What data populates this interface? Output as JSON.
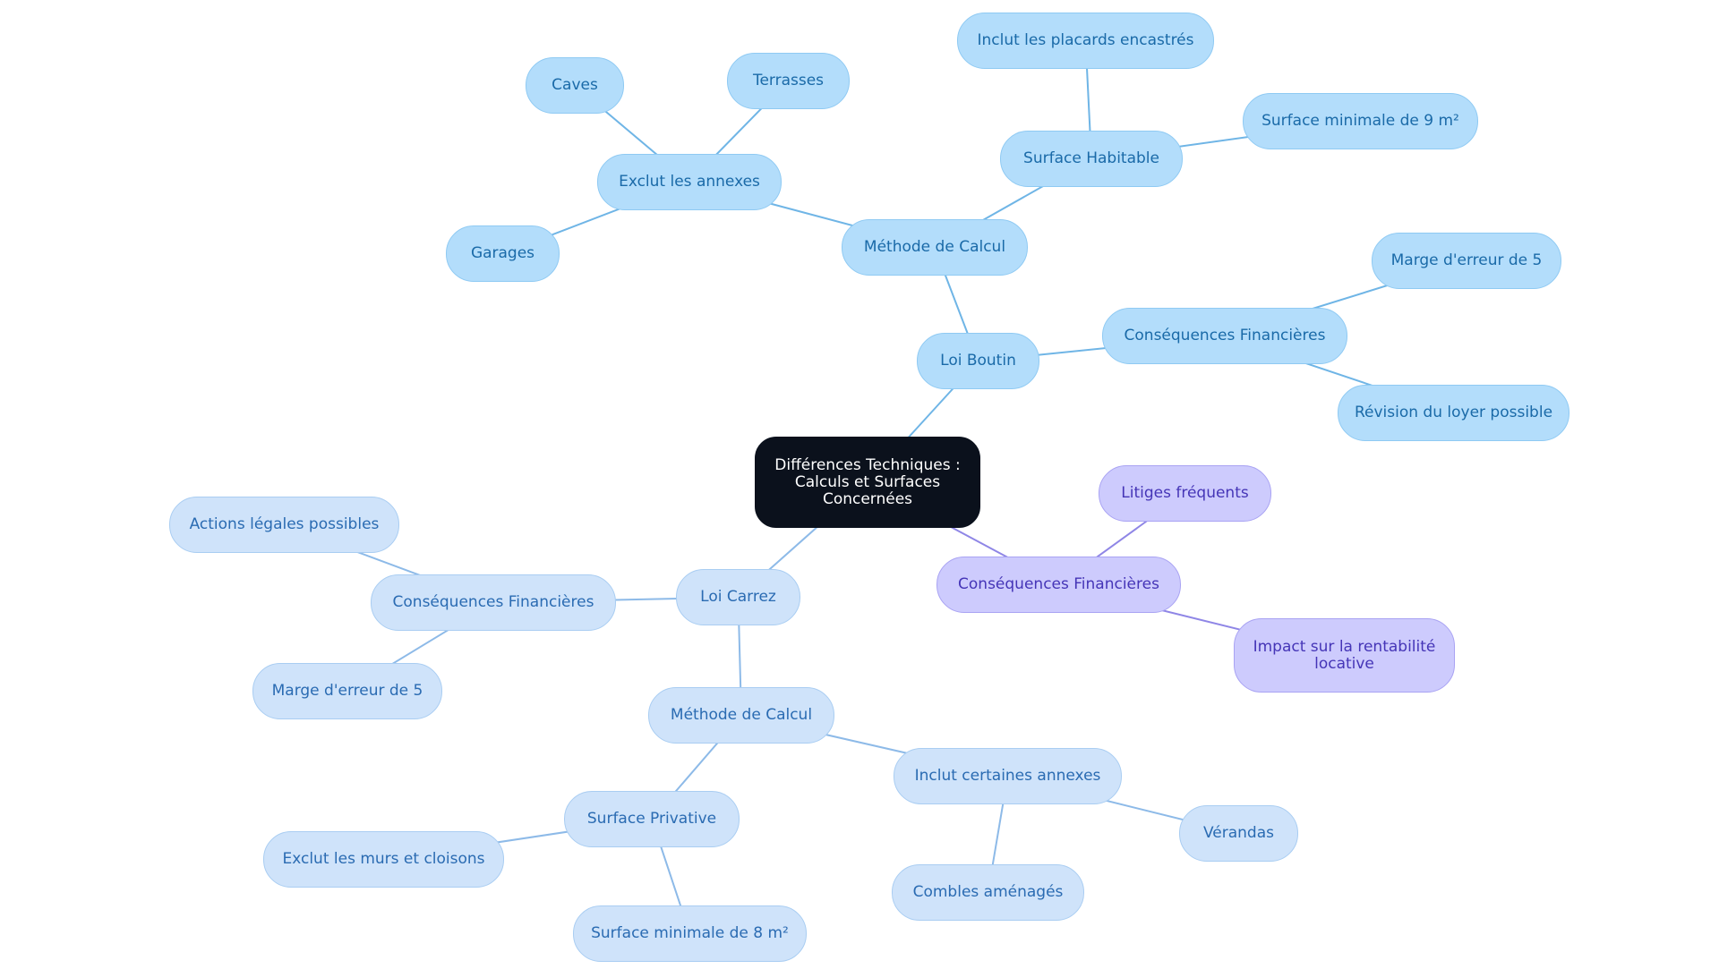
{
  "colors": {
    "root_fill": "#0b111c",
    "sky_fill": "#b3ddfb",
    "sky_edge": "#6fb5e6",
    "pale_fill": "#cfe3fa",
    "pale_edge": "#8dbae8",
    "violet_fill": "#cdcbfd",
    "violet_edge": "#8f86e6"
  },
  "mindmap": {
    "root": {
      "label": "Différences Techniques : Calculs et Surfaces Concernées"
    },
    "boutin": {
      "label": "Loi Boutin",
      "methode": {
        "label": "Méthode de Calcul",
        "exclut": {
          "label": "Exclut les annexes",
          "caves": "Caves",
          "terrasses": "Terrasses",
          "garages": "Garages"
        },
        "surface": {
          "label": "Surface Habitable",
          "placards": "Inclut les placards encastrés",
          "minimale": "Surface minimale de 9 m²"
        }
      },
      "consequences": {
        "label": "Conséquences Financières",
        "marge": "Marge d'erreur de 5",
        "revision": "Révision du loyer possible"
      }
    },
    "consequences": {
      "label": "Conséquences Financières",
      "litiges": "Litiges fréquents",
      "impact": "Impact sur la rentabilité locative"
    },
    "carrez": {
      "label": "Loi Carrez",
      "consequences": {
        "label": "Conséquences Financières",
        "actions": "Actions légales possibles",
        "marge": "Marge d'erreur de 5"
      },
      "methode": {
        "label": "Méthode de Calcul",
        "privative": {
          "label": "Surface Privative",
          "murs": "Exclut les murs et cloisons",
          "minimale": "Surface minimale de 8 m²"
        },
        "inclut": {
          "label": "Inclut certaines annexes",
          "verandas": "Vérandas",
          "combles": "Combles aménagés"
        }
      }
    }
  }
}
